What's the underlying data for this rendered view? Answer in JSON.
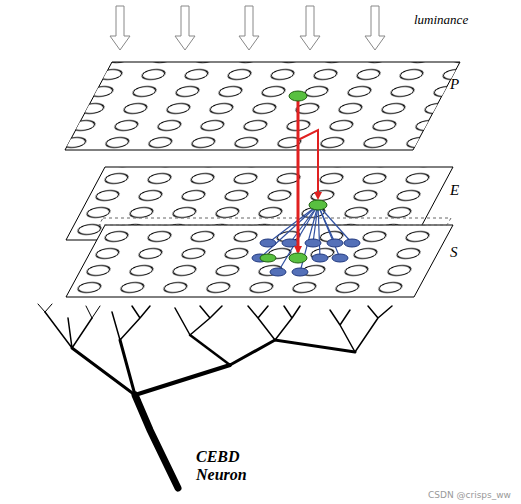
{
  "diagram": {
    "labels": [
      "luminance",
      "P",
      "E",
      "S",
      "CEBD Neuron",
      "CSDN @crisps_ww"
    ]
  }
}
